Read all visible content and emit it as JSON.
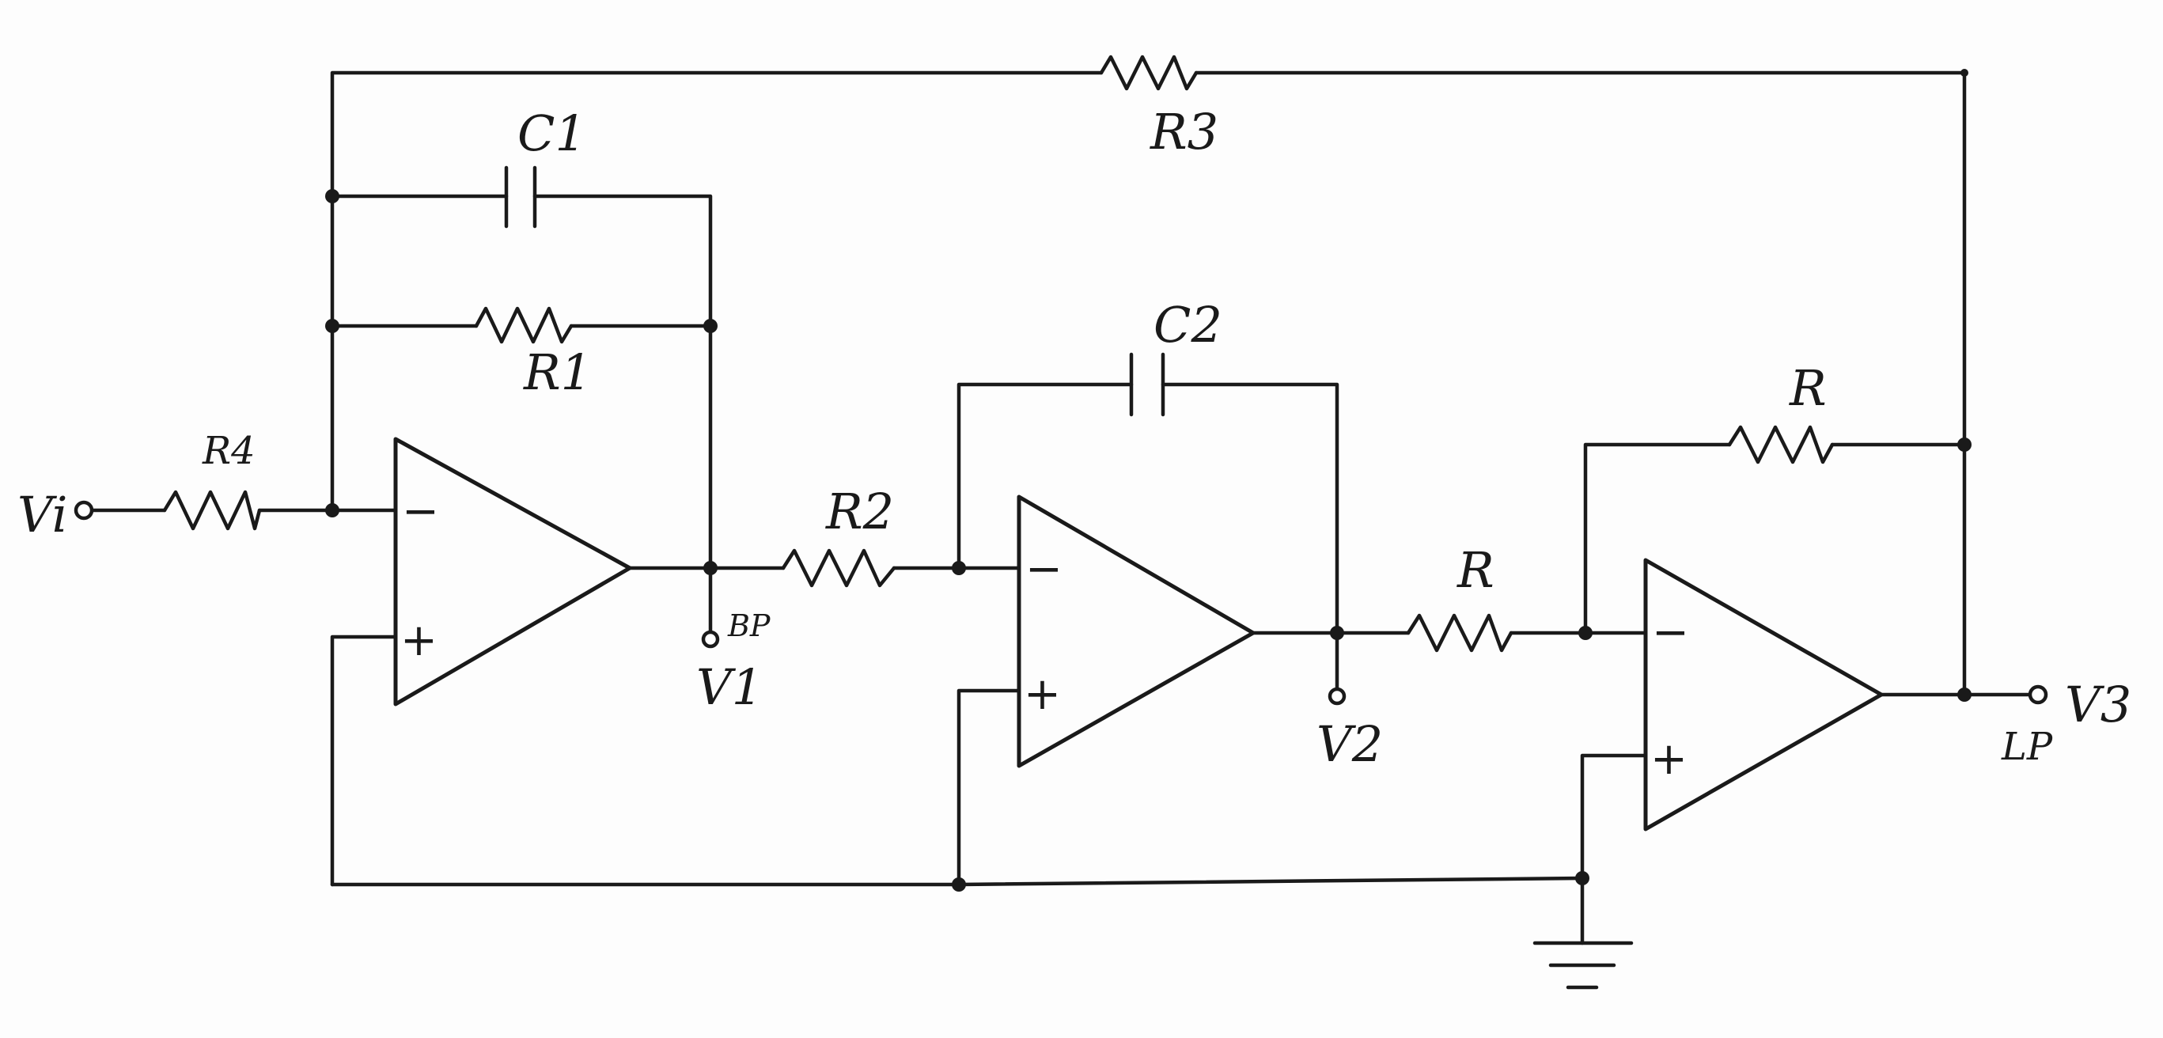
{
  "labels": {
    "vi": "Vi",
    "r4": "R4",
    "r3": "R3",
    "c1": "C1",
    "r1": "R1",
    "r2": "R2",
    "c2": "C2",
    "r_mid": "R",
    "r_fb": "R",
    "bp": "BP",
    "v1": "V1",
    "v2": "V2",
    "v3": "V3",
    "lp": "LP"
  },
  "opamp_inputs": {
    "inverting": "−",
    "non_inverting": "+"
  }
}
